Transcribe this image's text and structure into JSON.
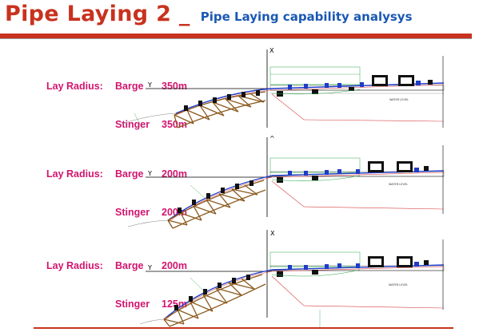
{
  "header": {
    "title": "Pipe Laying 2 _",
    "subtitle": "Pipe Laying capability analysys"
  },
  "colors": {
    "title_red": "#c8321e",
    "subtitle_blue": "#1a58b3",
    "label_magenta": "#d2146e",
    "pipe_blue": "#1e3cc8",
    "stinger_brown": "#8b5a1e",
    "curve_green": "#2aa84a",
    "seabed_red": "#d84040"
  },
  "axes": {
    "x_label": "X",
    "y_label": "Y"
  },
  "panels": [
    {
      "lay_radius_label": "Lay Radius:",
      "barge_label": "Barge",
      "barge_value": "350m",
      "stinger_label": "Stinger",
      "stinger_value": "350m"
    },
    {
      "lay_radius_label": "Lay Radius:",
      "barge_label": "Barge",
      "barge_value": "200m",
      "stinger_label": "Stinger",
      "stinger_value": "200m"
    },
    {
      "lay_radius_label": "Lay Radius:",
      "barge_label": "Barge",
      "barge_value": "200m",
      "stinger_label": "Stinger",
      "stinger_value": "125m"
    }
  ]
}
